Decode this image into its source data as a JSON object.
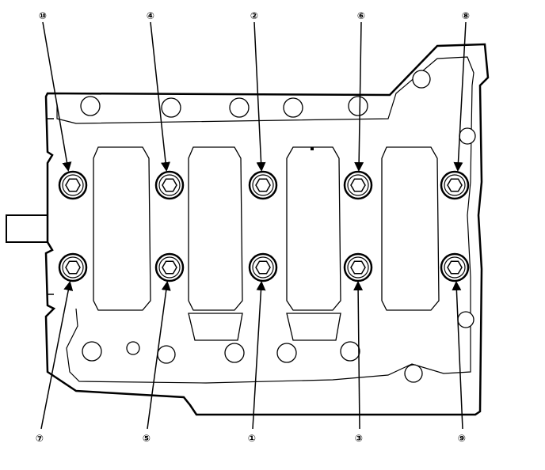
{
  "diagram": {
    "kind": "bolt-tightening-sequence",
    "stroke_color": "#000000",
    "background_color": "#ffffff",
    "top_callouts": [
      {
        "label": "⑩",
        "bolt": "upper-col-1"
      },
      {
        "label": "④",
        "bolt": "upper-col-2"
      },
      {
        "label": "②",
        "bolt": "upper-col-3"
      },
      {
        "label": "⑥",
        "bolt": "upper-col-4"
      },
      {
        "label": "⑧",
        "bolt": "upper-col-5"
      }
    ],
    "bottom_callouts": [
      {
        "label": "⑦",
        "bolt": "lower-col-1"
      },
      {
        "label": "⑤",
        "bolt": "lower-col-2"
      },
      {
        "label": "①",
        "bolt": "lower-col-3"
      },
      {
        "label": "③",
        "bolt": "lower-col-4"
      },
      {
        "label": "⑨",
        "bolt": "lower-col-5"
      }
    ]
  }
}
